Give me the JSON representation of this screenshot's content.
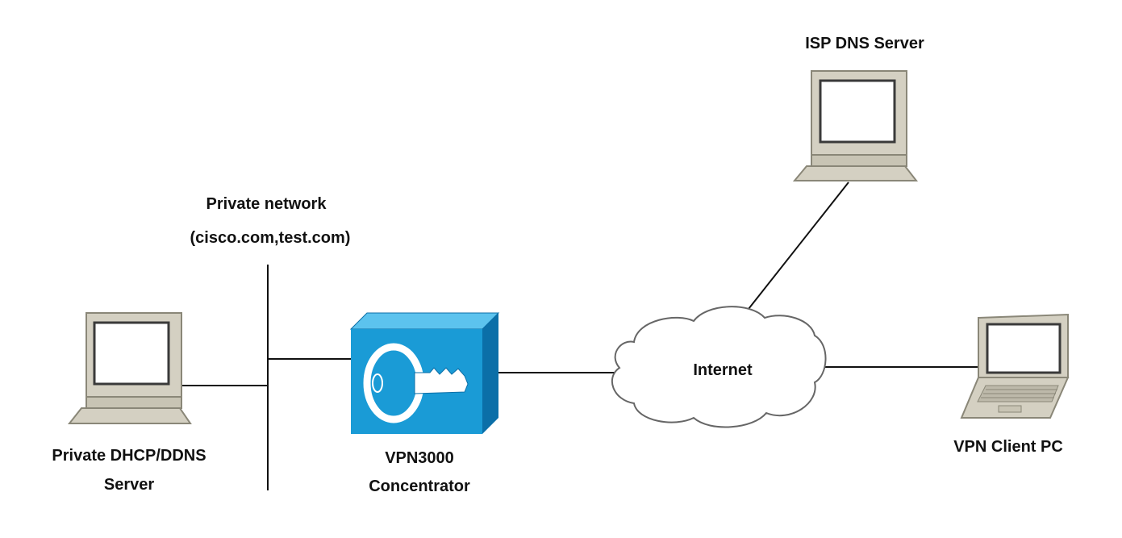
{
  "diagram": {
    "background": "#ffffff",
    "colors": {
      "device_beige": "#d4d0c2",
      "device_shadow": "#8a8778",
      "screen": "#ffffff",
      "concentrator_blue": "#1a9bd6",
      "concentrator_top": "#5cc3ee",
      "concentrator_side": "#0b6fa8",
      "key": "#ffffff",
      "cloud": "#ffffff",
      "link": "#111111"
    },
    "labels": {
      "isp_dns": "ISP DNS Server",
      "private_network_line1": "Private network",
      "private_network_line2": "(cisco.com,test.com)",
      "dhcp_line1": "Private DHCP/DDNS",
      "dhcp_line2": "Server",
      "vpn_line1": "VPN3000",
      "vpn_line2": "Concentrator",
      "internet": "Internet",
      "client": "VPN Client PC"
    },
    "icons": {
      "isp_dns": "desktop-computer-icon",
      "dhcp": "desktop-computer-icon",
      "concentrator": "vpn-concentrator-key-icon",
      "cloud": "internet-cloud-icon",
      "client": "laptop-icon"
    }
  }
}
